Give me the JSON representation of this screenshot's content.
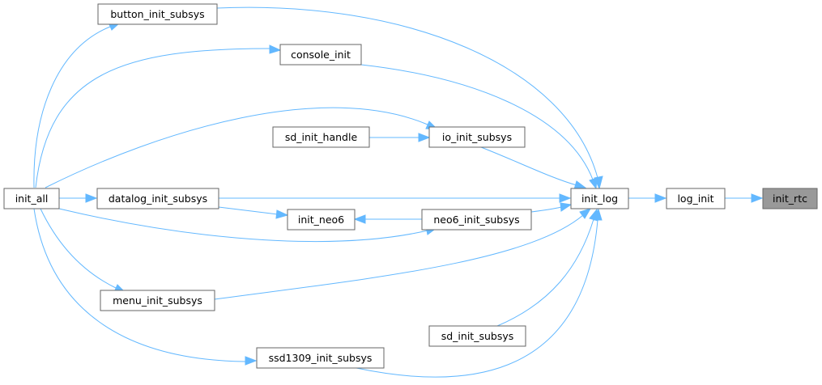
{
  "graph": {
    "nodes": {
      "init_rtc": "init_rtc",
      "log_init": "log_init",
      "init_log": "init_log",
      "button_init_subsys": "button_init_subsys",
      "console_init": "console_init",
      "io_init_subsys": "io_init_subsys",
      "sd_init_handle": "sd_init_handle",
      "init_all": "init_all",
      "datalog_init_subsys": "datalog_init_subsys",
      "init_neo6": "init_neo6",
      "neo6_init_subsys": "neo6_init_subsys",
      "menu_init_subsys": "menu_init_subsys",
      "sd_init_subsys": "sd_init_subsys",
      "ssd1309_init_subsys": "ssd1309_init_subsys"
    },
    "highlighted": "init_rtc",
    "colors": {
      "edge": "#63b8ff",
      "node_border": "#666666",
      "highlight_fill": "#999999"
    }
  }
}
